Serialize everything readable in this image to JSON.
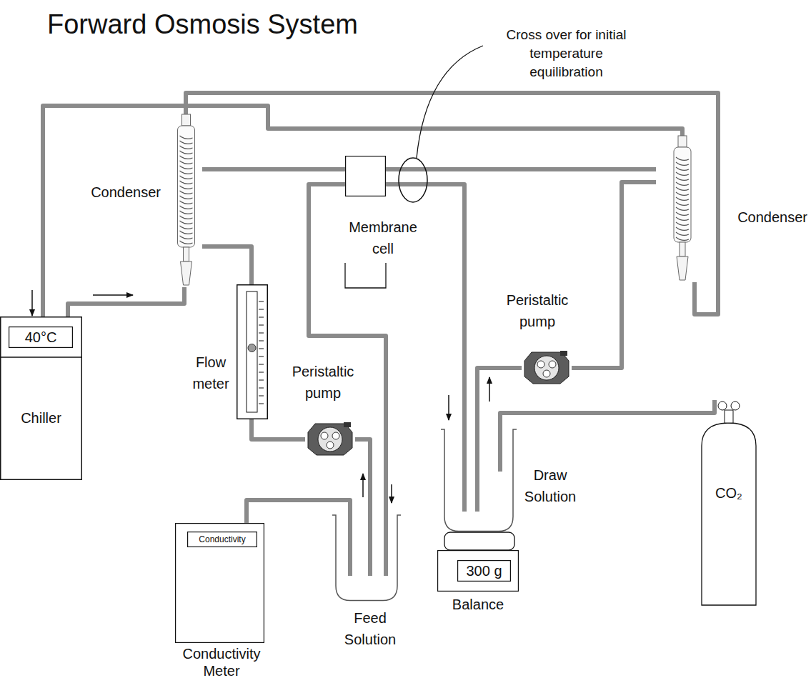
{
  "diagram": {
    "title": "Forward Osmosis System",
    "nodes": [
      {
        "text": [
          "Chiller"
        ]
      },
      {
        "text": [
          "40°C"
        ],
        "in": 0
      },
      {
        "text": [
          "Condenser"
        ]
      },
      {
        "text": [
          "Membrane cell"
        ]
      },
      {
        "text": [
          "Condenser"
        ]
      },
      {
        "text": [
          "Flow meter"
        ]
      },
      {
        "text": [
          "Peristaltic pump"
        ]
      },
      {
        "text": [
          "Peristaltic pump"
        ]
      },
      {
        "text": [
          "Draw Solution"
        ]
      },
      {
        "text": [
          "CO₂"
        ]
      },
      {
        "text": [
          "Feed Solution"
        ]
      },
      {
        "text": [
          "Balance"
        ]
      },
      {
        "text": [
          "300 g"
        ],
        "in": 11
      },
      {
        "text": [
          "Conductivity Meter"
        ]
      },
      {
        "text": [
          "Conductivity"
        ],
        "in": 13
      }
    ],
    "edges": [
      {
        "from": 0,
        "to": 2,
        "arrow": "none"
      },
      {
        "from": 0,
        "to": 4,
        "arrow": "none"
      },
      {
        "from": 4,
        "to": 2,
        "arrow": "none"
      },
      {
        "from": 2,
        "to": 3,
        "arrow": "none"
      },
      {
        "from": 5,
        "to": 2,
        "arrow": "none"
      },
      {
        "from": 6,
        "to": 5,
        "arrow": "none"
      },
      {
        "from": 10,
        "to": 6,
        "arrow": "none"
      },
      {
        "from": 3,
        "to": 10,
        "arrow": "none"
      },
      {
        "from": 13,
        "to": 10,
        "arrow": "none"
      },
      {
        "from": 3,
        "to": 8,
        "arrow": "none"
      },
      {
        "from": 8,
        "to": 7,
        "arrow": "none"
      },
      {
        "from": 7,
        "to": 4,
        "arrow": "none"
      },
      {
        "from": 3,
        "to": 4,
        "arrow": "none"
      },
      {
        "from": 9,
        "to": 8,
        "arrow": "none"
      }
    ],
    "labels": [
      "Cross over for initial temperature equilibration"
    ]
  }
}
